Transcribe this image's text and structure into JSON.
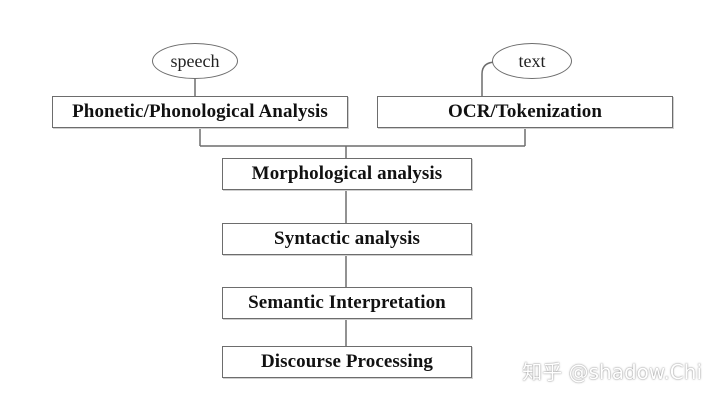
{
  "diagram": {
    "inputs": {
      "speech": "speech",
      "text": "text"
    },
    "nodes": {
      "phonetic": "Phonetic/Phonological Analysis",
      "ocr": "OCR/Tokenization",
      "morphological": "Morphological analysis",
      "syntactic": "Syntactic analysis",
      "semantic": "Semantic Interpretation",
      "discourse": "Discourse Processing"
    }
  },
  "watermark": "知乎 @shadow.Chi",
  "colors": {
    "line": "#6d6d6d",
    "box_border": "#6d6d6d",
    "text": "#111111",
    "background": "#ffffff"
  }
}
